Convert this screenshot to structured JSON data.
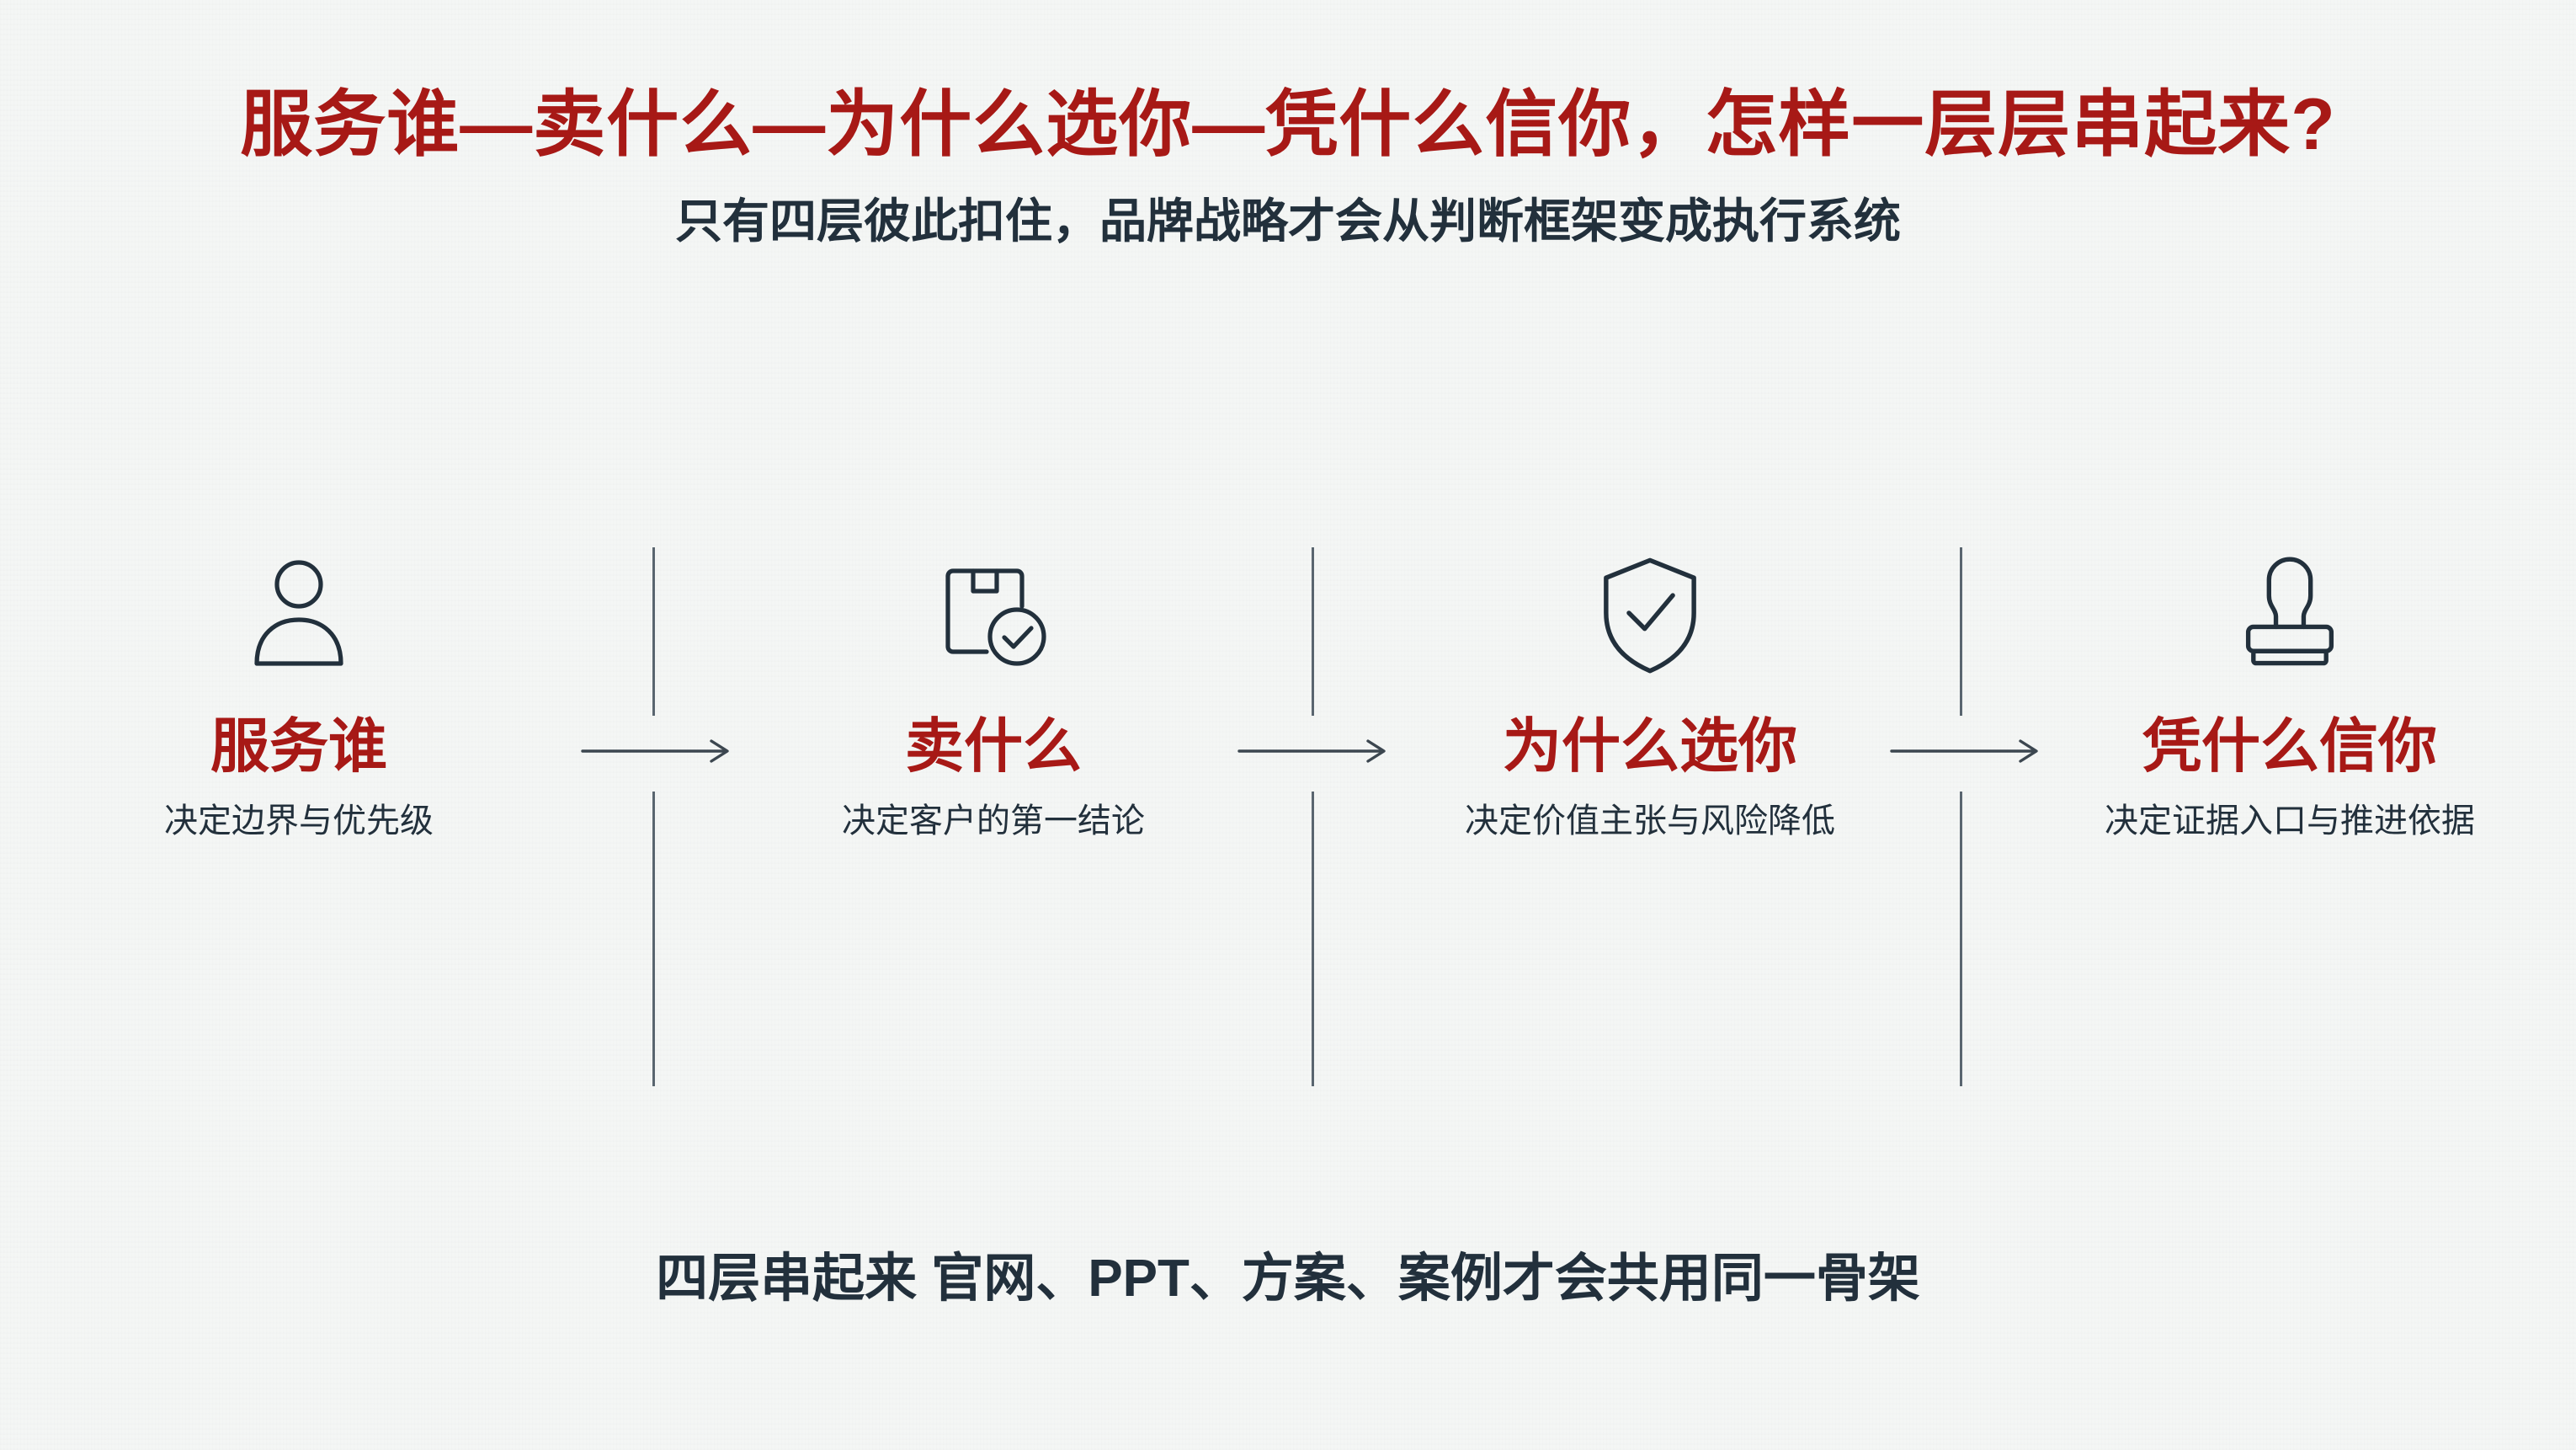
{
  "colors": {
    "background": "#f4f6f5",
    "accent_red": "#a81916",
    "ink": "#22303c",
    "line": "#5a6670"
  },
  "header": {
    "title": "服务谁—卖什么—为什么选你—凭什么信你，怎样一层层串起来?",
    "subtitle": "只有四层彼此扣住，品牌战略才会从判断框架变成执行系统"
  },
  "pillars": [
    {
      "icon": "person-icon",
      "title": "服务谁",
      "desc": "决定边界与优先级"
    },
    {
      "icon": "package-check-icon",
      "title": "卖什么",
      "desc": "决定客户的第一结论"
    },
    {
      "icon": "shield-check-icon",
      "title": "为什么选你",
      "desc": "决定价值主张与风险降低"
    },
    {
      "icon": "stamp-icon",
      "title": "凭什么信你",
      "desc": "决定证据入口与推进依据"
    }
  ],
  "connectors": [
    {
      "icon": "arrow-right-icon"
    },
    {
      "icon": "arrow-right-icon"
    },
    {
      "icon": "arrow-right-icon"
    }
  ],
  "footer": {
    "text": "四层串起来 官网、PPT、方案、案例才会共用同一骨架"
  }
}
